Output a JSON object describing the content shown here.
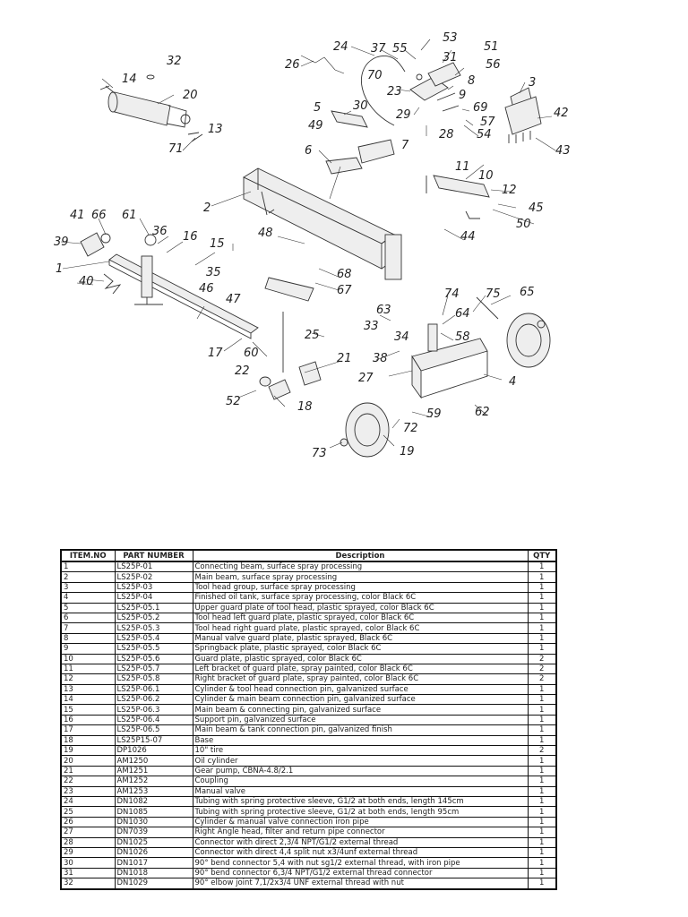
{
  "diagram": {
    "callouts": [
      "1",
      "2",
      "3",
      "4",
      "5",
      "6",
      "7",
      "8",
      "9",
      "10",
      "11",
      "12",
      "13",
      "14",
      "15",
      "16",
      "17",
      "18",
      "19",
      "20",
      "21",
      "22",
      "23",
      "24",
      "25",
      "26",
      "27",
      "28",
      "29",
      "30",
      "31",
      "32",
      "33",
      "34",
      "35",
      "36",
      "37",
      "38",
      "39",
      "40",
      "41",
      "42",
      "43",
      "44",
      "45",
      "46",
      "47",
      "48",
      "49",
      "50",
      "51",
      "52",
      "53",
      "54",
      "55",
      "56",
      "57",
      "58",
      "59",
      "60",
      "61",
      "62",
      "63",
      "64",
      "65",
      "66",
      "67",
      "68",
      "69",
      "70",
      "71",
      "72",
      "73",
      "74",
      "75"
    ]
  },
  "table": {
    "headers": [
      "ITEM.NO",
      "PART NUMBER",
      "Description",
      "QTY"
    ],
    "rows": [
      [
        "1",
        "LS25P-01",
        "Connecting beam, surface spray processing",
        "1"
      ],
      [
        "2",
        "LS25P-02",
        "Main beam, surface spray processing",
        "1"
      ],
      [
        "3",
        "LS25P-03",
        "Tool head group, surface spray processing",
        "1"
      ],
      [
        "4",
        "LS25P-04",
        "Finished oil tank, surface spray processing, color Black 6C",
        "1"
      ],
      [
        "5",
        "LS25P-05.1",
        "Upper guard plate of tool head, plastic sprayed, color Black 6C",
        "1"
      ],
      [
        "6",
        "LS25P-05.2",
        "Tool head left guard plate, plastic sprayed, color Black 6C",
        "1"
      ],
      [
        "7",
        "LS25P-05.3",
        "Tool head right guard plate, plastic sprayed, color Black 6C",
        "1"
      ],
      [
        "8",
        "LS25P-05.4",
        "Manual valve guard plate, plastic sprayed, Black 6C",
        "1"
      ],
      [
        "9",
        "LS25P-05.5",
        "Springback plate, plastic sprayed, color Black 6C",
        "1"
      ],
      [
        "10",
        "LS25P-05.6",
        "Guard plate, plastic sprayed, color Black 6C",
        "2"
      ],
      [
        "11",
        "LS25P-05.7",
        "Left bracket of guard plate, spray painted, color Black 6C",
        "2"
      ],
      [
        "12",
        "LS25P-05.8",
        "Right bracket of guard plate, spray painted, color Black 6C",
        "2"
      ],
      [
        "13",
        "LS25P-06.1",
        "Cylinder & tool head connection pin, galvanized surface",
        "1"
      ],
      [
        "14",
        "LS25P-06.2",
        "Cylinder & main beam connection pin, galvanized surface",
        "1"
      ],
      [
        "15",
        "LS25P-06.3",
        "Main beam & connecting pin, galvanized surface",
        "1"
      ],
      [
        "16",
        "LS25P-06.4",
        "Support pin, galvanized surface",
        "1"
      ],
      [
        "17",
        "LS25P-06.5",
        "Main beam & tank connection pin, galvanized finish",
        "1"
      ],
      [
        "18",
        "LS25P15-07",
        "Base",
        "1"
      ],
      [
        "19",
        "DP1026",
        "10\" tire",
        "2"
      ],
      [
        "20",
        "AM1250",
        "Oil cylinder",
        "1"
      ],
      [
        "21",
        "AM1251",
        "Gear pump, CBNA-4.8/2.1",
        "1"
      ],
      [
        "22",
        "AM1252",
        "Coupling",
        "1"
      ],
      [
        "23",
        "AM1253",
        "Manual valve",
        "1"
      ],
      [
        "24",
        "DN1082",
        "Tubing with spring protective sleeve, G1/2 at both ends, length 145cm",
        "1"
      ],
      [
        "25",
        "DN1085",
        "Tubing with spring protective sleeve, G1/2 at both ends, length 95cm",
        "1"
      ],
      [
        "26",
        "DN1030",
        "Cylinder & manual valve connection iron pipe",
        "1"
      ],
      [
        "27",
        "DN7039",
        "Right Angle head, filter and return pipe connector",
        "1"
      ],
      [
        "28",
        "DN1025",
        "Connector with direct 2,3/4 NPT/G1/2 external thread",
        "1"
      ],
      [
        "29",
        "DN1026",
        "Connector with direct 4,4 split nut x3/4unf external thread",
        "1"
      ],
      [
        "30",
        "DN1017",
        "90° bend connector 5,4 with nut sg1/2 external thread, with iron pipe",
        "1"
      ],
      [
        "31",
        "DN1018",
        "90° bend connector 6,3/4 NPT/G1/2 external thread connector",
        "1"
      ],
      [
        "32",
        "DN1029",
        "90° elbow joint 7,1/2x3/4 UNF external thread with nut",
        "1"
      ]
    ]
  }
}
